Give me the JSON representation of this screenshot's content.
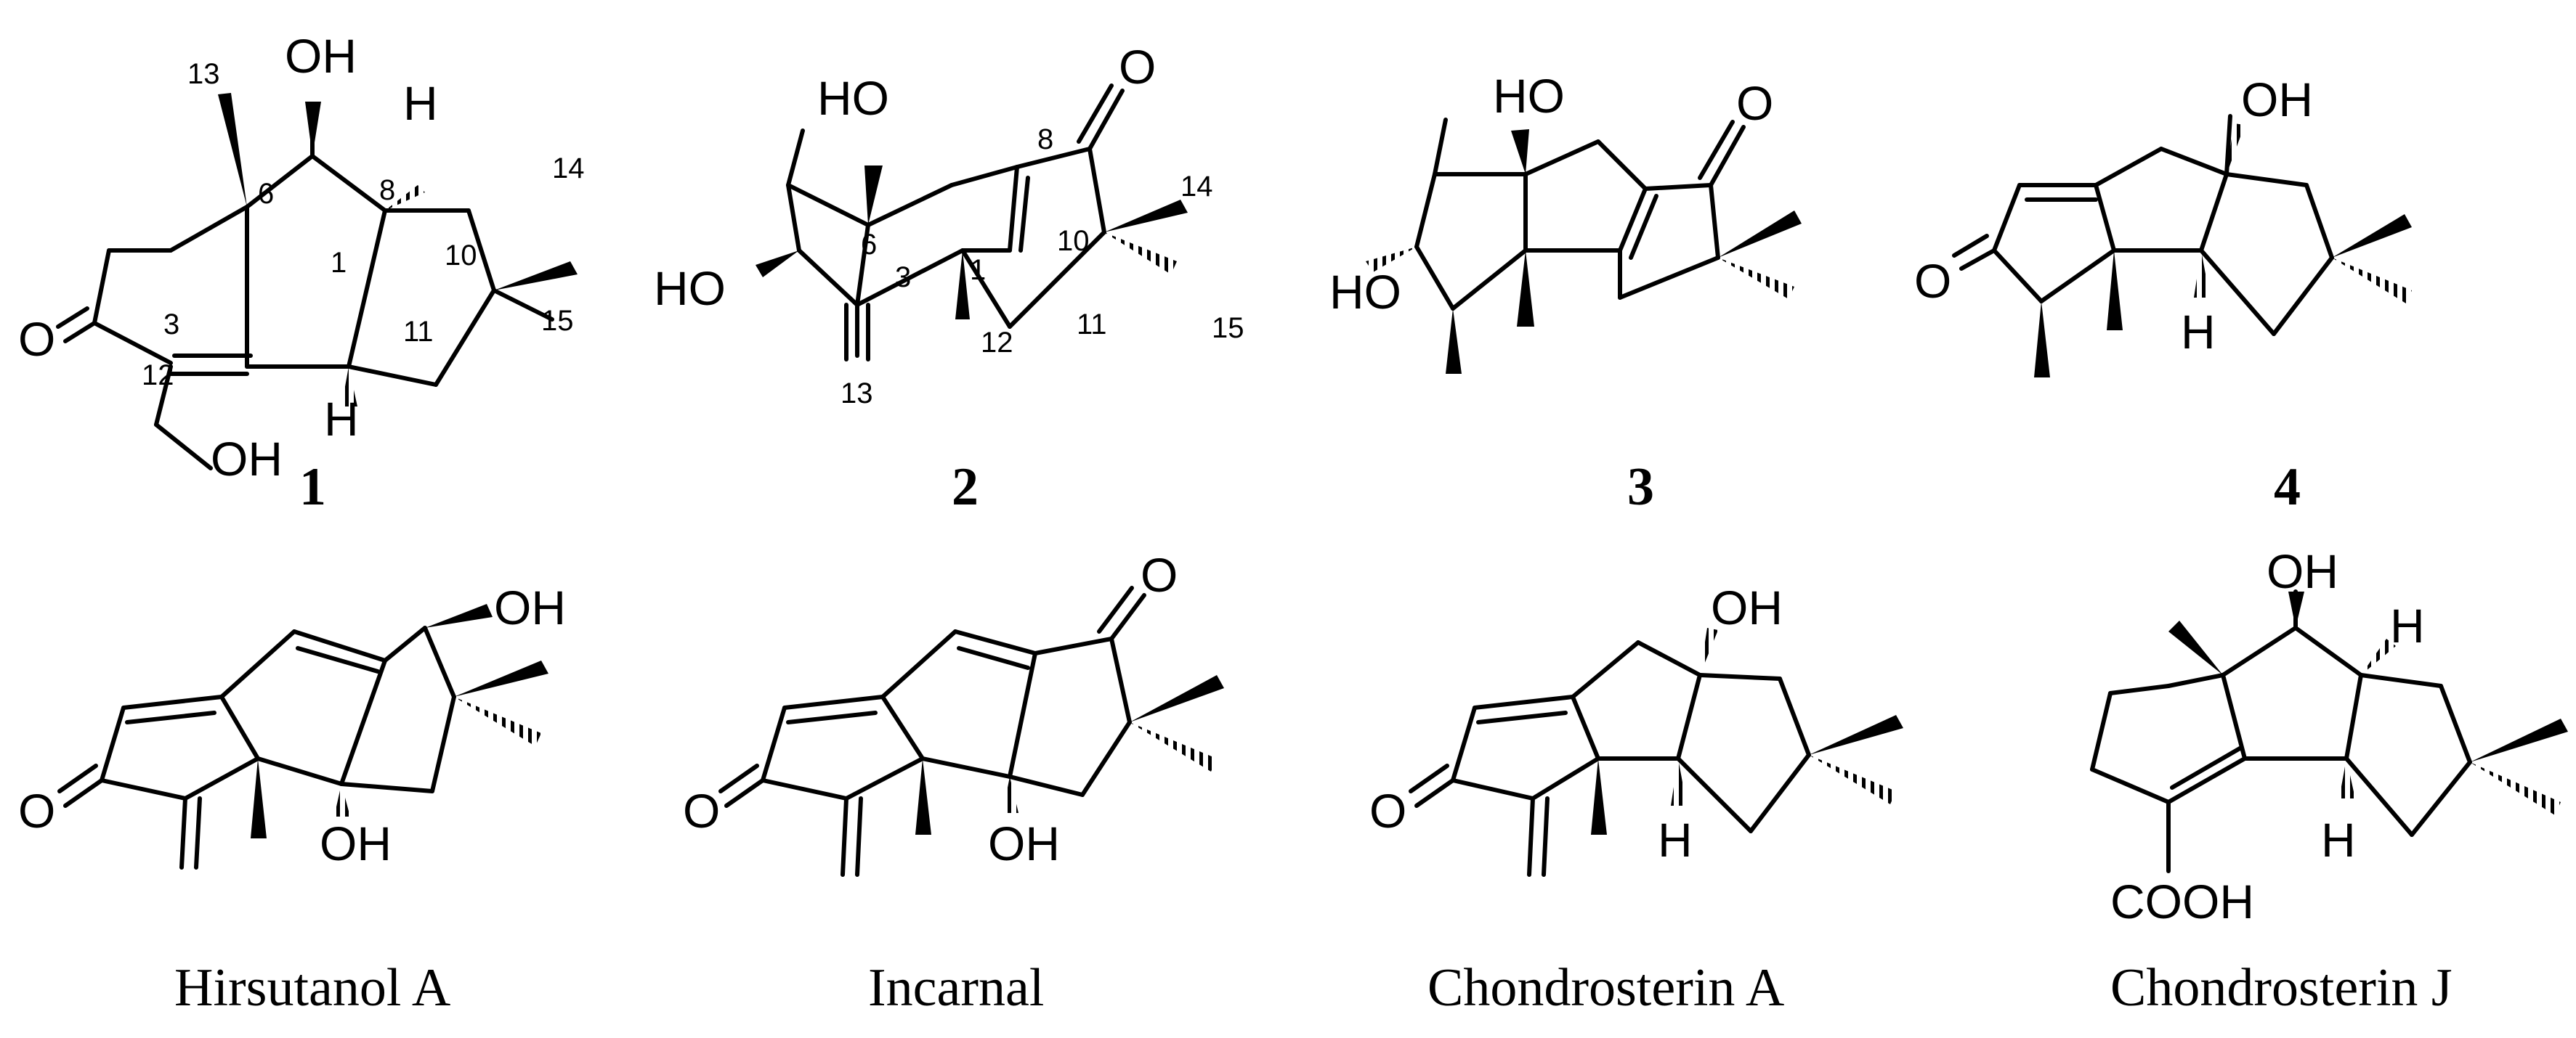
{
  "compounds": [
    {
      "label": "1",
      "atoms": {
        "oh_top": "OH",
        "h_c8": "H",
        "o_ketone": "O",
        "h_c1": "H",
        "oh_ch2": "OH"
      },
      "numbers": {
        "n13": "13",
        "n6": "6",
        "n8": "8",
        "n14": "14",
        "n10": "10",
        "n1": "1",
        "n3": "3",
        "n11": "11",
        "n15": "15",
        "n12": "12"
      }
    },
    {
      "label": "2",
      "atoms": {
        "ho_top": "HO",
        "o_ketone": "O",
        "ho_left": "HO"
      },
      "numbers": {
        "n8": "8",
        "n6": "6",
        "n1": "1",
        "n10": "10",
        "n14": "14",
        "n3": "3",
        "n12": "12",
        "n11": "11",
        "n15": "15",
        "n13": "13"
      }
    },
    {
      "label": "3",
      "atoms": {
        "ho_top": "HO",
        "o_ketone": "O",
        "ho_left": "HO"
      }
    },
    {
      "label": "4",
      "atoms": {
        "oh_top": "OH",
        "o_ketone": "O",
        "h_bottom": "H"
      }
    },
    {
      "label": "Hirsutanol A",
      "atoms": {
        "oh_right": "OH",
        "o_ketone": "O",
        "oh_bottom": "OH"
      }
    },
    {
      "label": "Incarnal",
      "atoms": {
        "o_right": "O",
        "o_ketone": "O",
        "oh_bottom": "OH"
      }
    },
    {
      "label": "Chondrosterin A",
      "atoms": {
        "oh_top": "OH",
        "o_ketone": "O",
        "h_bottom": "H"
      }
    },
    {
      "label": "Chondrosterin J",
      "atoms": {
        "oh_top": "OH",
        "h_right": "H",
        "h_bottom": "H",
        "cooh": "COOH"
      }
    }
  ]
}
